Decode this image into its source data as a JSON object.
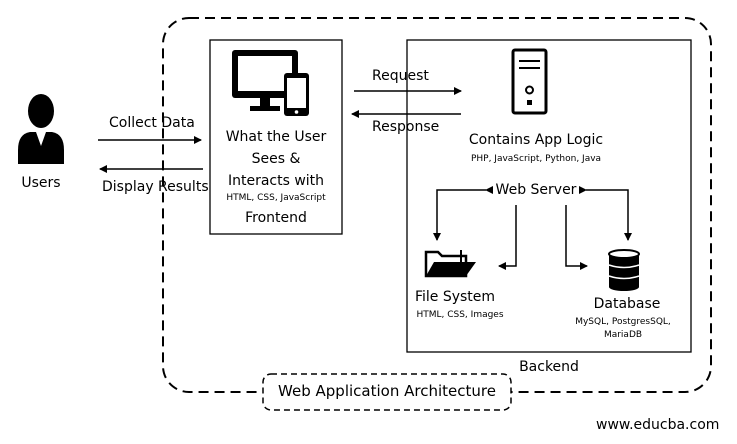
{
  "users": {
    "label": "Users"
  },
  "flows": {
    "collect_data": "Collect Data",
    "display_results": "Display Results",
    "request": "Request",
    "response": "Response"
  },
  "frontend": {
    "desc_line1": "What the User",
    "desc_line2": "Sees &",
    "desc_line3": "Interacts with",
    "tech": "HTML, CSS, JavaScript",
    "label": "Frontend"
  },
  "backend": {
    "app_logic": "Contains App Logic",
    "app_logic_tech": "PHP, JavaScript, Python, Java",
    "web_server": "Web Server",
    "file_system": "File System",
    "file_system_tech": "HTML, CSS, Images",
    "database": "Database",
    "database_tech_line1": "MySQL, PostgresSQL,",
    "database_tech_line2": "MariaDB",
    "label": "Backend"
  },
  "architecture_title": "Web Application Architecture",
  "watermark": "www.educba.com"
}
